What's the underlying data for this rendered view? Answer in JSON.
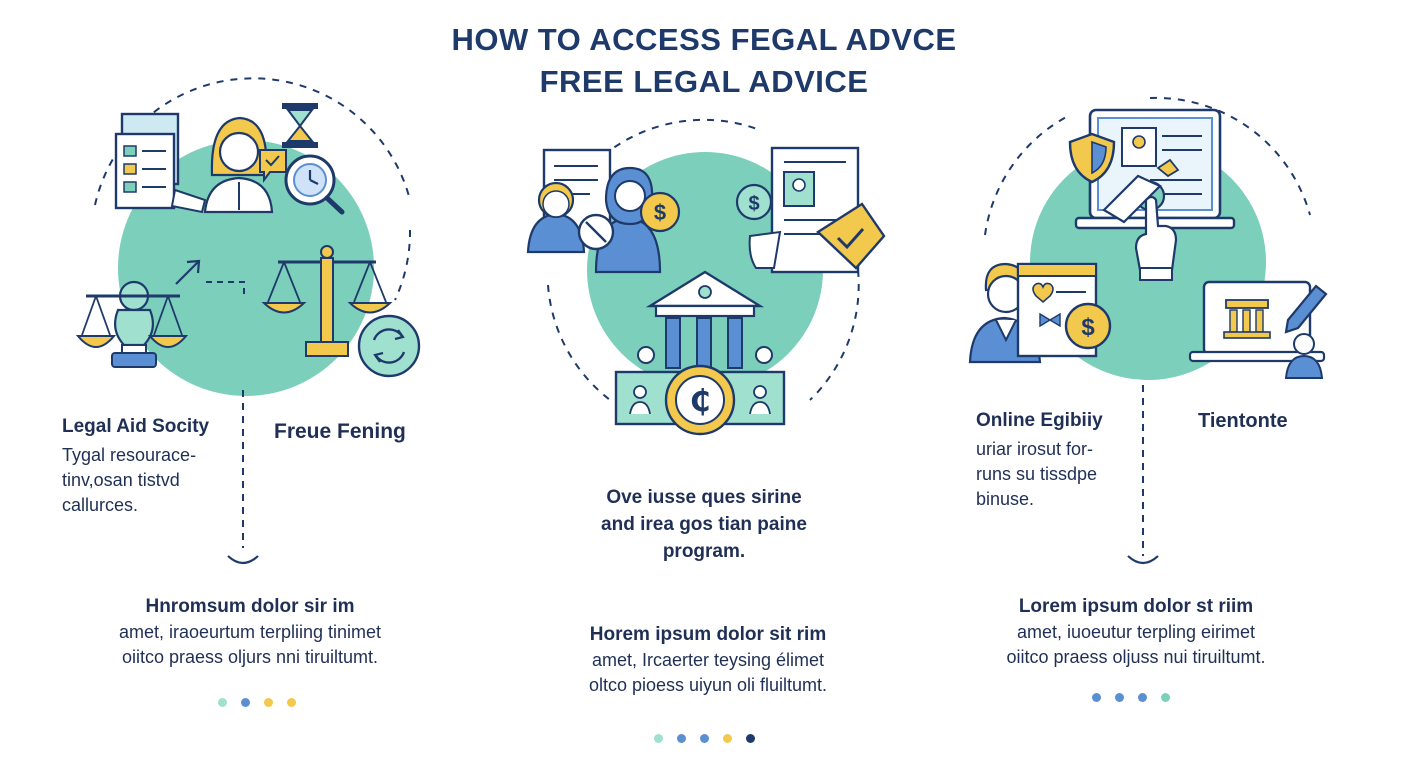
{
  "title": {
    "line1": "HOW TO ACCESS FEGAL ADVCE",
    "line2": "FREE LEGAL ADVICE"
  },
  "palette": {
    "navy": "#1e3a6b",
    "teal": "#7ccfbb",
    "blue": "#5b8fd4",
    "yellow": "#f2c94c",
    "light_teal": "#9fe0cf"
  },
  "left": {
    "label_a": "Legal Aid Socity",
    "desc_a": [
      "Tygal resourace-",
      "tinv,osan tistvd",
      "callurces."
    ],
    "label_b": "Freue Fening",
    "foot_heading": "Hnromsum dolor sir im",
    "foot_lines": [
      "amet, iraoeurtum terpliing tinimet",
      "oiitco praess oljurs nni tiruiltumt."
    ]
  },
  "middle": {
    "desc_lines": [
      "Ove iusse ques sirine",
      "and irea gos tian paine",
      "program."
    ],
    "coin_symbol": "₵",
    "foot_heading": "Horem ipsum dolor sit rim",
    "foot_lines": [
      "amet, Ircaerter teysing élimet",
      "oltco pioess uiyun oli fluiltumt."
    ]
  },
  "right": {
    "label_a": "Online Egibiiy",
    "desc_a": [
      "uriar irosut for-",
      "runs su tissdpe",
      "binuse."
    ],
    "label_b": "Tientonte",
    "foot_heading": "Lorem ipsum dolor st riim",
    "foot_lines": [
      "amet, iuoeutur terpling eirimet",
      "oiitco praess oljuss nui tiruiltumt."
    ]
  },
  "icons": {
    "left": [
      "document-icon",
      "lawyer-avatar-icon",
      "hourglass-icon",
      "clock-magnifier-icon",
      "scales-icon",
      "balance-scale-icon",
      "refresh-icon",
      "arrow-icon"
    ],
    "middle": [
      "document-icon",
      "people-icon",
      "dollar-coin-icon",
      "courthouse-icon",
      "certificate-icon",
      "shield-check-icon",
      "money-bill-icon"
    ],
    "right": [
      "laptop-icon",
      "shield-icon",
      "hand-pointer-icon",
      "person-icon",
      "document-heart-icon",
      "dollar-coin-icon",
      "laptop-courthouse-icon",
      "pencil-icon"
    ]
  },
  "pagination": {
    "left": [
      "#9fe0cf",
      "#5b8fd4",
      "#f2c94c",
      "#f2c94c"
    ],
    "middle": [
      "#9fe0cf",
      "#5b8fd4",
      "#5b8fd4",
      "#f2c94c",
      "#1e3a6b"
    ],
    "right": [
      "#5b8fd4",
      "#5b8fd4",
      "#5b8fd4",
      "#7ccfbb"
    ]
  }
}
